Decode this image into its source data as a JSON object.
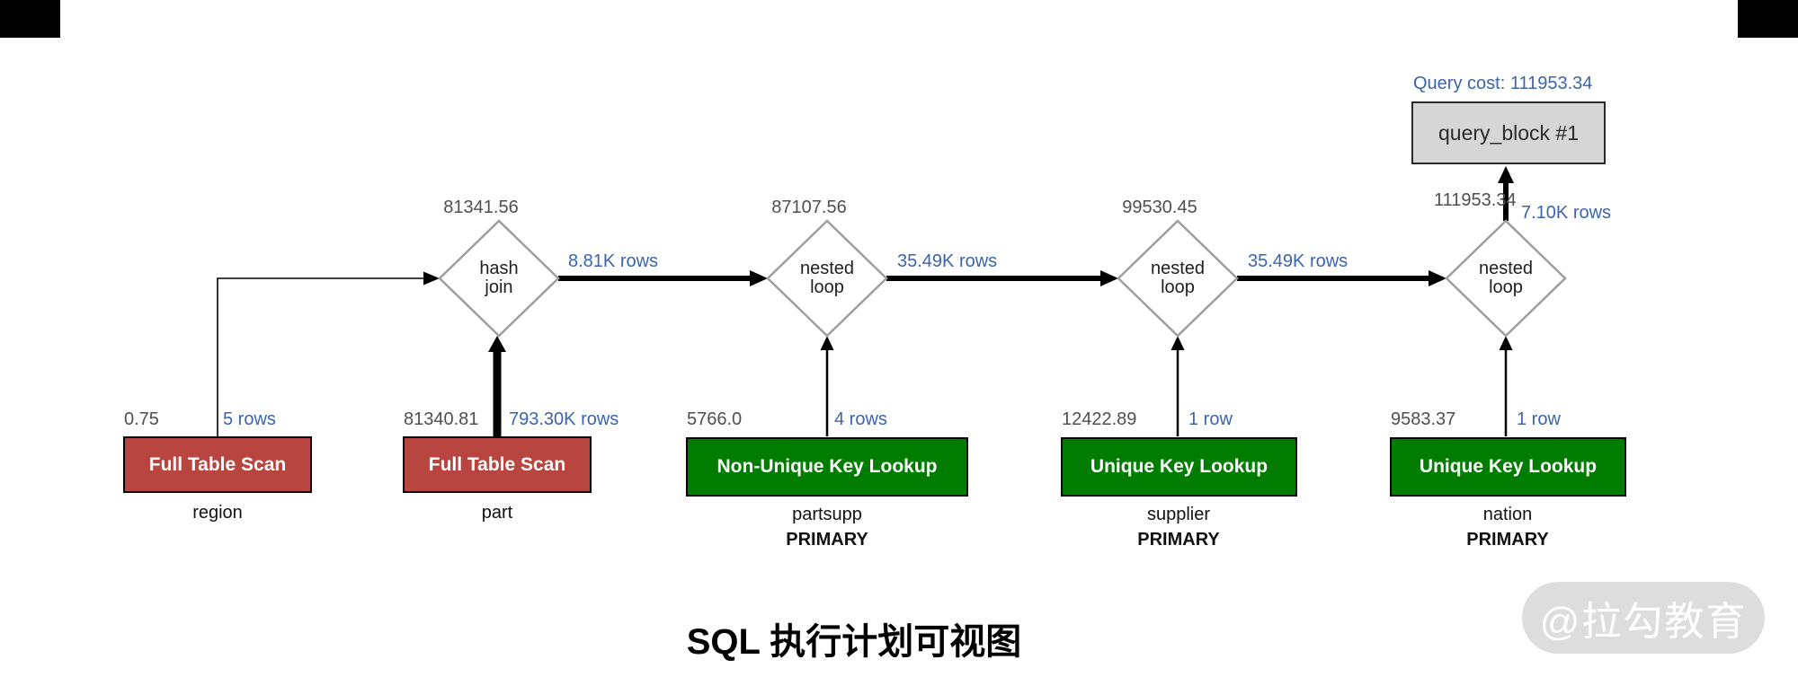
{
  "colors": {
    "full_table_scan_box": "#b8453f",
    "key_lookup_box": "#007d00",
    "query_block_fill": "#d6d6d6",
    "rows_label_text": "#3a64ae",
    "cost_label_text": "#4f4f4f",
    "diamond_border": "#9e9e9e",
    "watermark_pill": "#dddddd"
  },
  "plan": {
    "query_cost_caption": "Query cost: 111953.34",
    "query_block": {
      "label": "query_block #1"
    },
    "joins": [
      {
        "type": "hash join",
        "line1": "hash",
        "line2": "join",
        "cost": "81341.56",
        "out_rows": "8.81K rows"
      },
      {
        "type": "nested loop",
        "line1": "nested",
        "line2": "loop",
        "cost": "87107.56",
        "out_rows": "35.49K rows"
      },
      {
        "type": "nested loop",
        "line1": "nested",
        "line2": "loop",
        "cost": "99530.45",
        "out_rows": "35.49K rows"
      },
      {
        "type": "nested loop",
        "line1": "nested",
        "line2": "loop",
        "cost": "111953.34",
        "out_rows": "7.10K rows"
      }
    ],
    "tables": [
      {
        "access": "Full Table Scan",
        "cost": "0.75",
        "rows": "5 rows",
        "table": "region"
      },
      {
        "access": "Full Table Scan",
        "cost": "81340.81",
        "rows": "793.30K rows",
        "table": "part"
      },
      {
        "access": "Non-Unique Key Lookup",
        "cost": "5766.0",
        "rows": "4 rows",
        "table": "partsupp",
        "key": "PRIMARY"
      },
      {
        "access": "Unique Key Lookup",
        "cost": "12422.89",
        "rows": "1 row",
        "table": "supplier",
        "key": "PRIMARY"
      },
      {
        "access": "Unique Key Lookup",
        "cost": "9583.37",
        "rows": "1 row",
        "table": "nation",
        "key": "PRIMARY"
      }
    ]
  },
  "caption": {
    "title": "SQL 执行计划可视图"
  },
  "watermark": {
    "text": "@拉勾教育"
  }
}
